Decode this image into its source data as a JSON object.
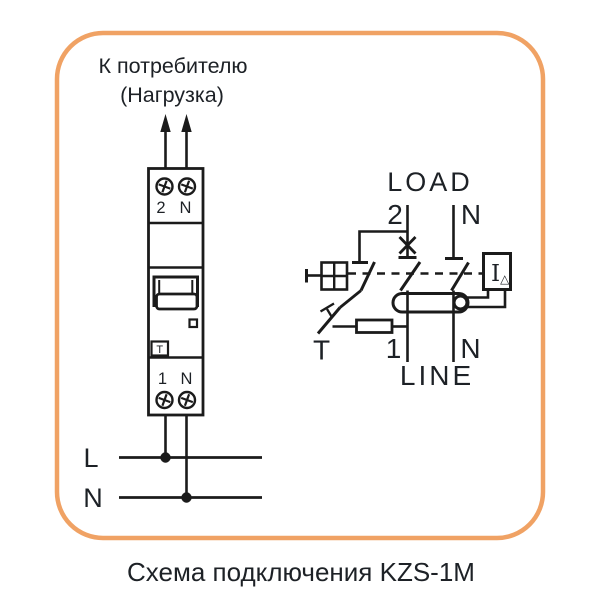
{
  "frame": {
    "border_color": "#F0A264"
  },
  "top_labels": {
    "line1": "К потребителю",
    "line2": "(Нагрузка)"
  },
  "device": {
    "top_terminal_left": "2",
    "top_terminal_right": "N",
    "bottom_terminal_left": "1",
    "bottom_terminal_right": "N",
    "test_button": "Т"
  },
  "supply": {
    "line_label": "L",
    "neutral_label": "N"
  },
  "schematic": {
    "load_label": "LOAD",
    "line_label": "LINE",
    "top_left_terminal": "2",
    "top_right_terminal": "N",
    "bottom_left_terminal": "1",
    "bottom_right_terminal": "N",
    "test_label": "Т",
    "relay_main": "I",
    "relay_sub": "△"
  },
  "caption": "Схема подключения KZS-1M",
  "colors": {
    "line": "#1b1b1b",
    "accent_frame": "#F0A264",
    "text": "#1d2126"
  }
}
